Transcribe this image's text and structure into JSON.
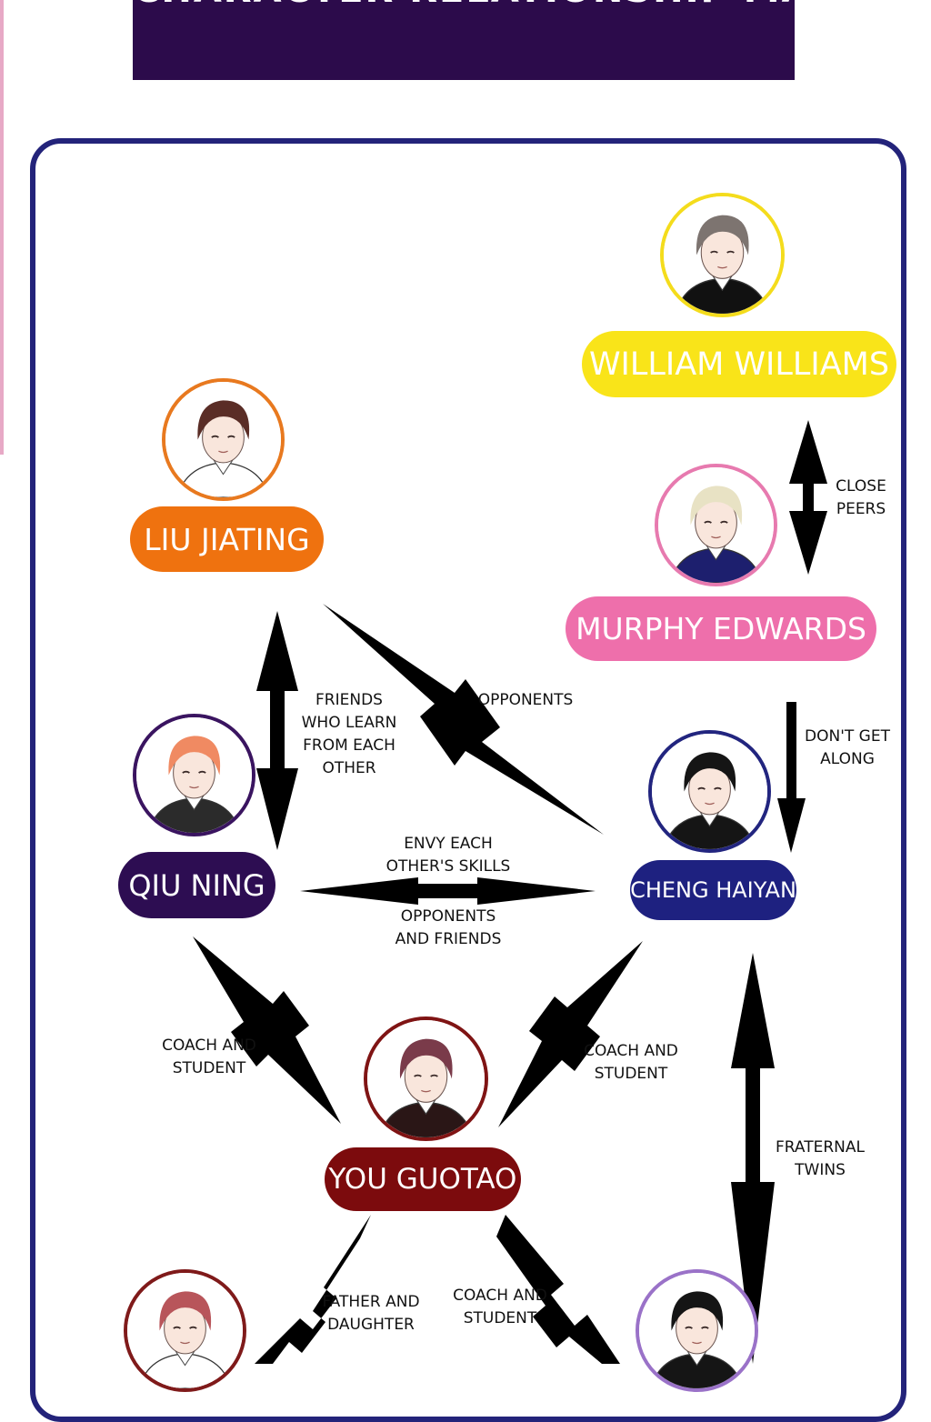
{
  "header": {
    "title": "CHARACTER RELATIONSHIP MAP"
  },
  "characters": {
    "william": {
      "name": "WILLIAM WILLIAMS",
      "color": "#f9e419",
      "ring": "#f4dc1c",
      "hair": "#7d7470",
      "outfit": "#111111"
    },
    "liu": {
      "name": "LIU JIATING",
      "color": "#ef720f",
      "ring": "#e8791f",
      "hair": "#5a2d26",
      "outfit": "#ffffff"
    },
    "murphy": {
      "name": "MURPHY EDWARDS",
      "color": "#ee6fab",
      "ring": "#e77aaf",
      "hair": "#e8e2c4",
      "outfit": "#1d1f6e"
    },
    "qiu": {
      "name": "QIU NING",
      "color": "#2d0d52",
      "ring": "#3a1460",
      "hair": "#f08a62",
      "outfit": "#2b2b2b"
    },
    "cheng": {
      "name": "CHENG HAIYAN",
      "color": "#1e2180",
      "ring": "#22257f",
      "hair": "#151515",
      "outfit": "#151515"
    },
    "you": {
      "name": "YOU GUOTAO",
      "color": "#7c0b0d",
      "ring": "#7f1414",
      "hair": "#7a3b4a",
      "outfit": "#2a1616"
    },
    "daughter": {
      "ring": "#7f1a1a",
      "hair": "#b8555a",
      "outfit": "#ffffff"
    },
    "twin": {
      "ring": "#9a72c8",
      "hair": "#151515",
      "outfit": "#151515"
    }
  },
  "relationships": {
    "close_peers": "CLOSE\nPEERS",
    "dont_get_along": "DON'T GET\nALONG",
    "friends_learn": "FRIENDS\nWHO LEARN\nFROM EACH\nOTHER",
    "opponents": "OPPONENTS",
    "envy_skills": "ENVY EACH\nOTHER'S SKILLS",
    "opponents_friends": "OPPONENTS\nAND FRIENDS",
    "coach_student_left": "COACH AND\nSTUDENT",
    "coach_student_right": "COACH AND\nSTUDENT",
    "fraternal_twins": "FRATERNAL\nTWINS",
    "father_daughter": "FATHER AND\nDAUGHTER",
    "coach_student_bottom": "COACH AND\nSTUDENT"
  }
}
